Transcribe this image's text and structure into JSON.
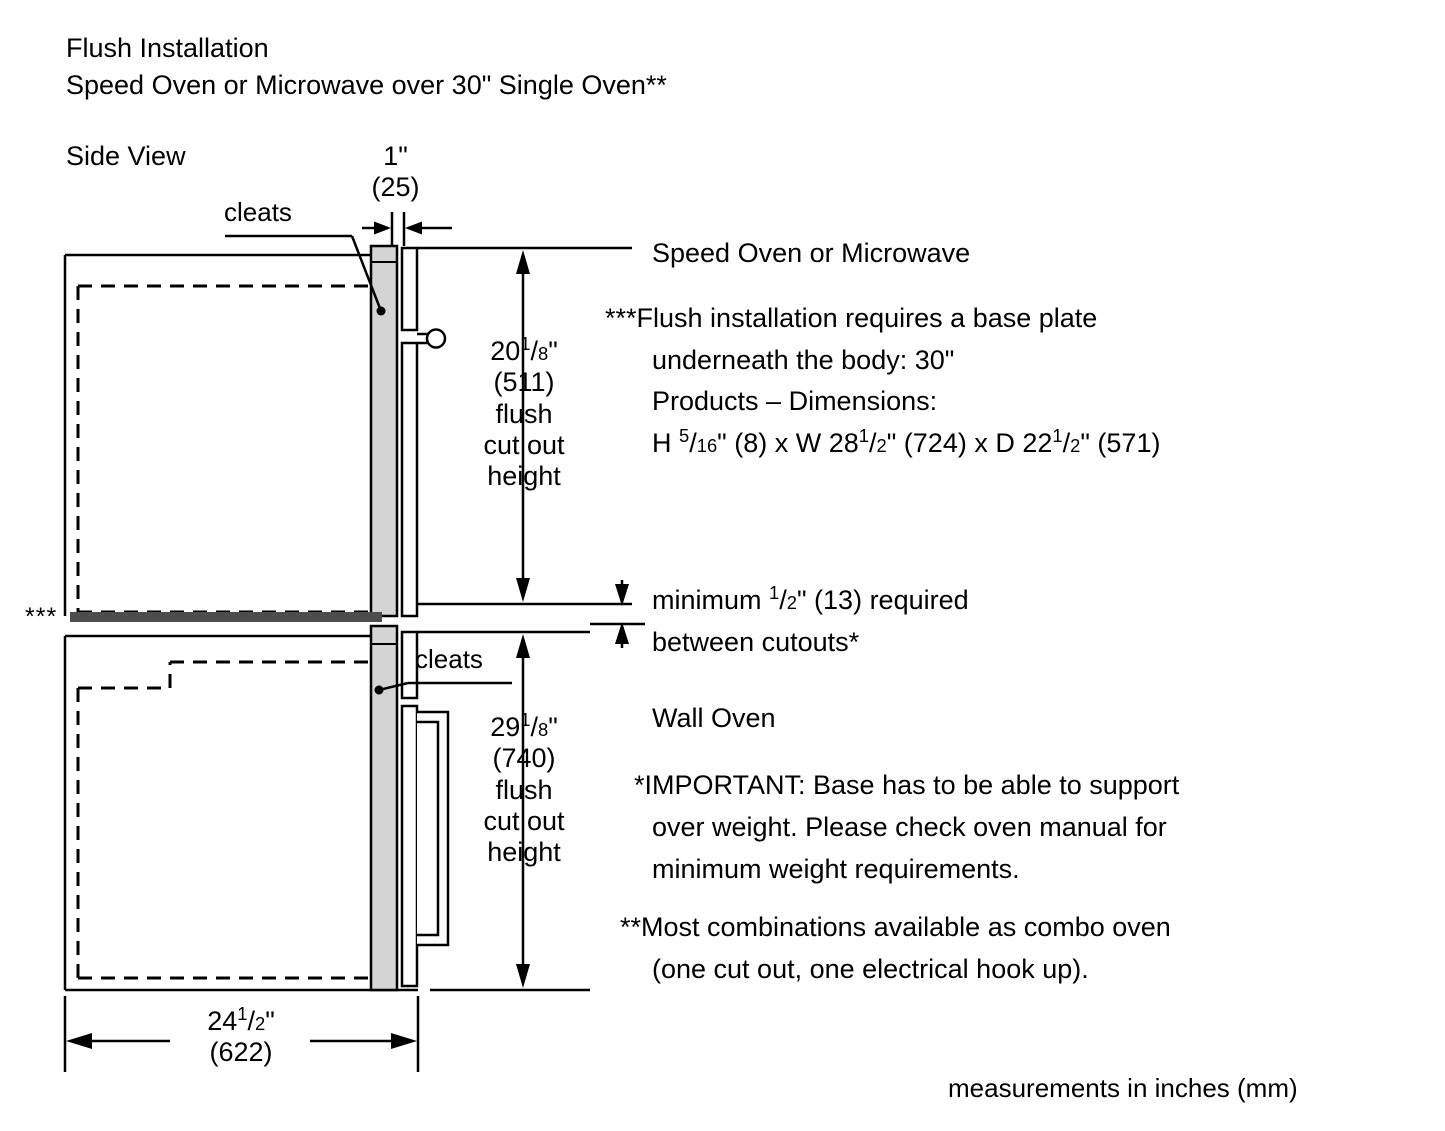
{
  "document": {
    "title_line_1": "Flush Installation",
    "title_line_2": "Speed Oven or Microwave over 30\" Single Oven**",
    "view_label": "Side View",
    "footer_note": "measurements in inches (mm)"
  },
  "drawing_labels": {
    "cleats_upper": "cleats",
    "cleats_lower": "cleats",
    "base_plate_marker": "***"
  },
  "dimensions": {
    "top_gap": {
      "inches_whole": "1",
      "inches_mark": "\"",
      "mm": "(25)"
    },
    "upper_cutout": {
      "whole": "20",
      "frac_num": "1",
      "frac_den": "8",
      "mark": "\"",
      "mm": "(511)",
      "desc_line_1": "flush",
      "desc_line_2": "cut out",
      "desc_line_3": "height"
    },
    "lower_cutout": {
      "whole": "29",
      "frac_num": "1",
      "frac_den": "8",
      "mark": "\"",
      "mm": "(740)",
      "desc_line_1": "flush",
      "desc_line_2": "cut out",
      "desc_line_3": "height"
    },
    "depth": {
      "whole": "24",
      "frac_num": "1",
      "frac_den": "2",
      "mark": "\"",
      "mm": "(622)"
    }
  },
  "notes": {
    "speed_oven_heading": "Speed Oven or Microwave",
    "flush_note_stars": "***",
    "flush_note_line_1": "Flush installation requires a base plate",
    "flush_note_line_2": "underneath the body: 30\"",
    "flush_note_line_3": "Products – Dimensions:",
    "flush_dims": {
      "prefix": "H ",
      "h_num": "5",
      "h_den": "16",
      "h_mark": "\" (8) x W 28",
      "w_num": "1",
      "w_den": "2",
      "w_mark": "\" (724) x D 22",
      "d_num": "1",
      "d_den": "2",
      "d_mark": "\" (571)"
    },
    "minimum_gap": {
      "line_1_pre": "minimum ",
      "line_1_num": "1",
      "line_1_den": "2",
      "line_1_post": "\" (13) required",
      "line_2": "between cutouts*"
    },
    "wall_oven_heading": "Wall Oven",
    "important_stars": "*",
    "important_line_1": "IMPORTANT: Base has to be able to support",
    "important_line_2": "over weight. Please check oven manual for",
    "important_line_3": "minimum weight requirements.",
    "combo_stars": "**",
    "combo_line_1": "Most combinations available as combo oven",
    "combo_line_2": "(one cut out, one electrical hook up)."
  },
  "colors": {
    "line": "#000000",
    "panel_fill": "#d4d4d4",
    "base_plate": "#4d4d4d",
    "background": "#ffffff"
  }
}
